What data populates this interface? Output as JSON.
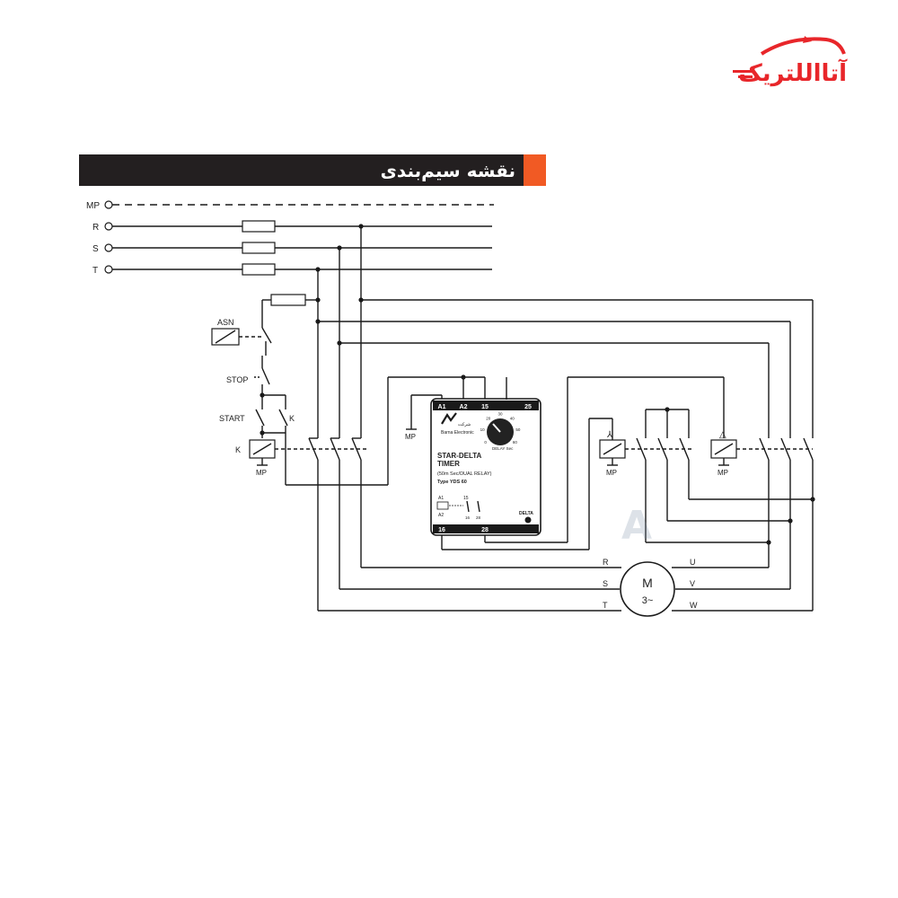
{
  "brand": {
    "logo_text": "آتااللتریک",
    "color": "#e8262a"
  },
  "header": {
    "title": "نقشه سیم‌بندی",
    "bar_color": "#231f20",
    "accent_color": "#f15a24"
  },
  "lines": {
    "mp": "MP",
    "r": "R",
    "s": "S",
    "t": "T"
  },
  "controls": {
    "asn": "ASN",
    "stop": "STOP",
    "start": "START",
    "k_contact": "K",
    "k_coil": "K",
    "mp_coil": "MP"
  },
  "timer": {
    "terminals_top": [
      "A1",
      "A2",
      "15",
      "25"
    ],
    "terminals_bottom": [
      "16",
      "28"
    ],
    "brand_small": "شرکت",
    "brand_name": "Barna Electronic",
    "dial_label": "DELAY Sec",
    "dial_values": [
      "0",
      "10",
      "20",
      "30",
      "40",
      "50",
      "60"
    ],
    "title_line1": "STAR-DELTA",
    "title_line2": "TIMER",
    "sub1": "(50m Sec/DUAL RELAY)",
    "sub2": "Type YDS 60",
    "a1": "A1",
    "a2": "A2",
    "n15": "15",
    "n16": "16",
    "n28": "28",
    "delta_label": "DELTA",
    "mp_label": "MP"
  },
  "contactors": {
    "star_mp": "MP",
    "delta_mp": "MP",
    "star_symbol": "⅄",
    "delta_symbol": "△"
  },
  "motor": {
    "label_m": "M",
    "label_phase": "3~",
    "r": "R",
    "s": "S",
    "t": "T",
    "u": "U",
    "v": "V",
    "w": "W"
  }
}
